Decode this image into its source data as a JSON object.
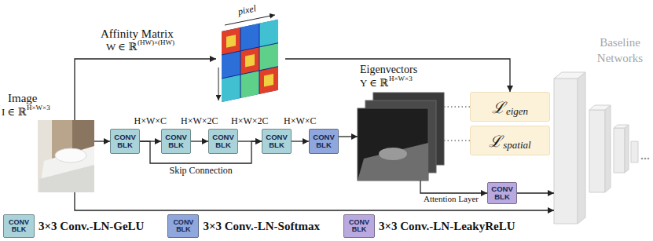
{
  "diagram": {
    "nodes": [
      {
        "text": [
          "Image",
          "I ∈ ℝ",
          "H×W×3"
        ]
      },
      {
        "text": [
          "Affinity Matrix",
          "W ∈ ℝ",
          "(HW)×(HW)"
        ]
      },
      {
        "text": [
          "CONV BLK"
        ]
      },
      {
        "text": [
          "CONV BLK"
        ]
      },
      {
        "text": [
          "CONV BLK"
        ]
      },
      {
        "text": [
          "CONV BLK"
        ]
      },
      {
        "text": [
          "CONV BLK"
        ]
      },
      {
        "text": [
          "Eigenvectors",
          "Y ∈ ℝ",
          "H×W×3"
        ]
      },
      {
        "text": [
          "ℒ",
          "eigen"
        ]
      },
      {
        "text": [
          "ℒ",
          "spatial"
        ]
      },
      {
        "text": [
          "CONV BLK"
        ]
      },
      {
        "text": [
          "Baseline Networks"
        ]
      }
    ],
    "edges": [
      {
        "from": 0,
        "to": 2,
        "arrow": "to"
      },
      {
        "from": 2,
        "to": 3,
        "arrow": "to",
        "label": "H×W×C"
      },
      {
        "from": 3,
        "to": 4,
        "arrow": "to",
        "label": "H×W×2C"
      },
      {
        "from": 4,
        "to": 5,
        "arrow": "to",
        "label": "H×W×2C"
      },
      {
        "from": 5,
        "to": 6,
        "arrow": "to",
        "label": "H×W×C"
      },
      {
        "from": 2,
        "to": 5,
        "arrow": "to",
        "label": "Skip Connection"
      },
      {
        "from": 0,
        "to": 1,
        "arrow": "to"
      },
      {
        "from": 1,
        "to": 8,
        "arrow": "to"
      },
      {
        "from": 6,
        "to": 7,
        "arrow": "to"
      },
      {
        "from": 7,
        "to": 8,
        "arrow": "none"
      },
      {
        "from": 7,
        "to": 9,
        "arrow": "none"
      },
      {
        "from": 7,
        "to": 10,
        "arrow": "to",
        "label": "Attention Layer"
      },
      {
        "from": 10,
        "to": 11,
        "arrow": "to"
      },
      {
        "from": 0,
        "to": 11,
        "arrow": "to"
      }
    ],
    "labels": [
      "pixel",
      "CONV BLK",
      "CONV BLK",
      "CONV BLK"
    ],
    "legend": [
      {
        "text": "3×3 Conv.-LN-GeLU",
        "color": "#a9d3d8"
      },
      {
        "text": "3×3 Conv.-LN-Softmax",
        "color": "#8fa7dc"
      },
      {
        "text": "3×3 Conv.-LN-LeakyReLU",
        "color": "#b9a9de"
      }
    ]
  }
}
